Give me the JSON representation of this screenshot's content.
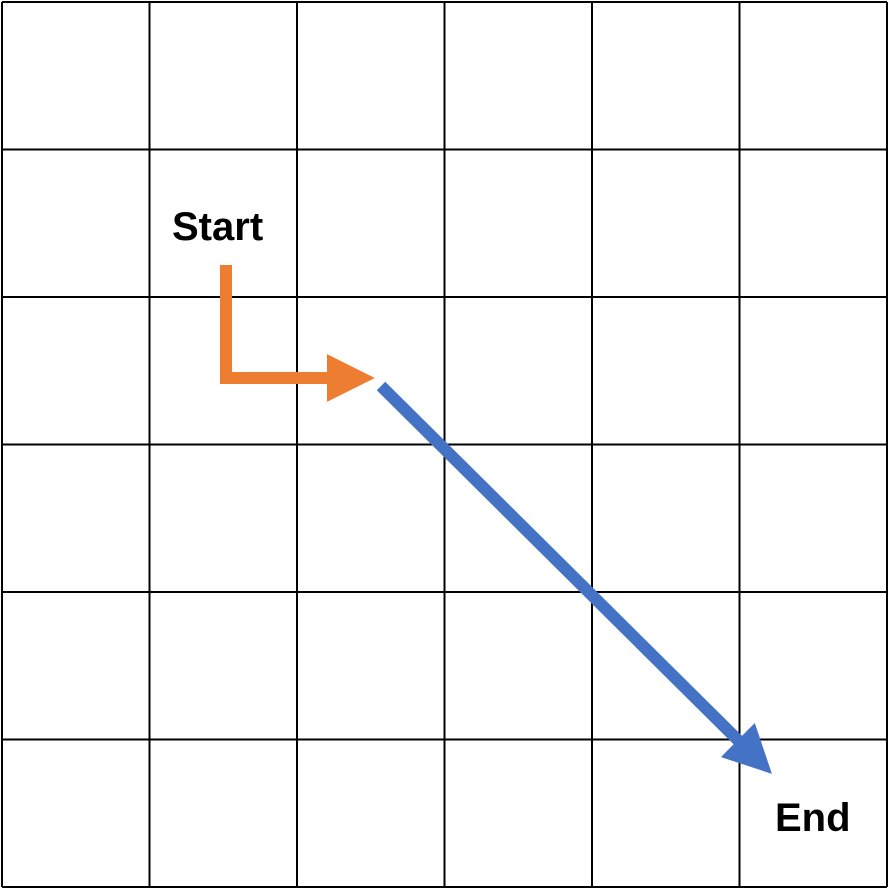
{
  "grid": {
    "rows": 6,
    "cols": 6,
    "line_color": "#000000",
    "background": "#ffffff"
  },
  "labels": {
    "start": "Start",
    "end": "End"
  },
  "path": {
    "first_segment_color": "#ED7D31",
    "second_segment_color": "#4472C4"
  }
}
